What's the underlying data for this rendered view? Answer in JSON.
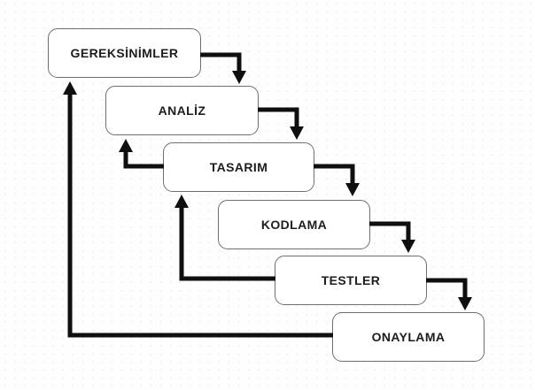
{
  "diagram": {
    "type": "waterfall-model-flowchart",
    "stages": [
      {
        "label": "GEREKSİNİMLER"
      },
      {
        "label": "ANALİZ"
      },
      {
        "label": "TASARIM"
      },
      {
        "label": "KODLAMA"
      },
      {
        "label": "TESTLER"
      },
      {
        "label": "ONAYLAMA"
      }
    ],
    "flow": {
      "forward": [
        {
          "from": "GEREKSİNİMLER",
          "to": "ANALİZ"
        },
        {
          "from": "ANALİZ",
          "to": "TASARIM"
        },
        {
          "from": "TASARIM",
          "to": "KODLAMA"
        },
        {
          "from": "KODLAMA",
          "to": "TESTLER"
        },
        {
          "from": "TESTLER",
          "to": "ONAYLAMA"
        }
      ],
      "feedback": [
        {
          "from": "TASARIM",
          "to": "ANALİZ"
        },
        {
          "from": "TESTLER",
          "to": "TASARIM"
        },
        {
          "from": "ONAYLAMA",
          "to": "GEREKSİNİMLER"
        }
      ]
    },
    "colors": {
      "arrow": "#0f0f0f",
      "box_border": "#6e6e6e",
      "box_fill": "#ffffff",
      "text": "#1d1d1d",
      "background": "#fefefe"
    }
  }
}
